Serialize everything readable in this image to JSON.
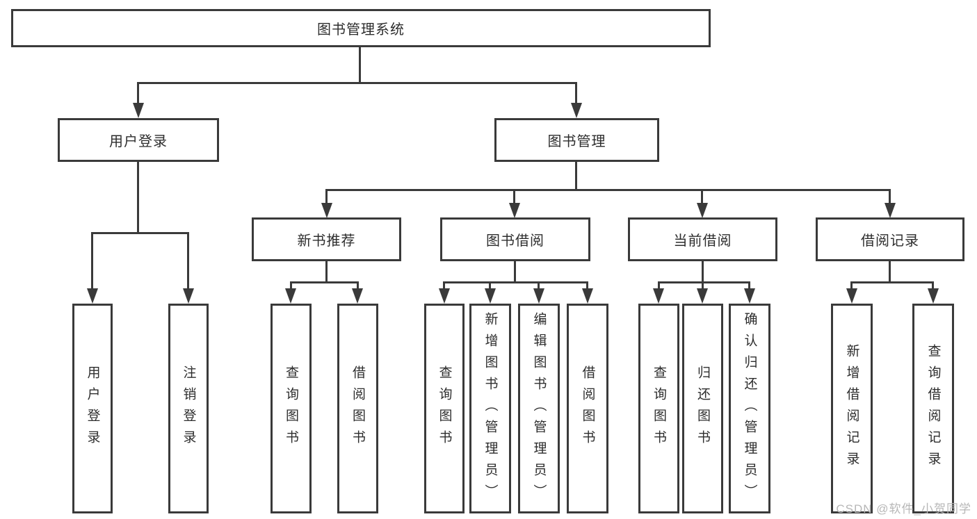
{
  "diagram": {
    "root": {
      "label": "图书管理系统"
    },
    "level1": [
      {
        "label": "用户登录"
      },
      {
        "label": "图书管理"
      }
    ],
    "level2": [
      {
        "label": "新书推荐"
      },
      {
        "label": "图书借阅"
      },
      {
        "label": "当前借阅"
      },
      {
        "label": "借阅记录"
      }
    ],
    "leaves": [
      {
        "label": "用户登录"
      },
      {
        "label": "注销登录"
      },
      {
        "label": "查询图书"
      },
      {
        "label": "借阅图书"
      },
      {
        "label": "查询图书"
      },
      {
        "label": "新增图书（管理员）"
      },
      {
        "label": "编辑图书（管理员）"
      },
      {
        "label": "借阅图书"
      },
      {
        "label": "查询图书"
      },
      {
        "label": "归还图书"
      },
      {
        "label": "确认归还（管理员）"
      },
      {
        "label": "新增借阅记录"
      },
      {
        "label": "查询借阅记录"
      }
    ],
    "colors": {
      "line": "#3a3a3a",
      "box_border": "#3a3a3a",
      "box_background": "#ffffff",
      "text": "#2d2d2d",
      "watermark": "#b7b7b7"
    }
  },
  "watermark": {
    "text": "CSDN @软件_小贺同学"
  }
}
